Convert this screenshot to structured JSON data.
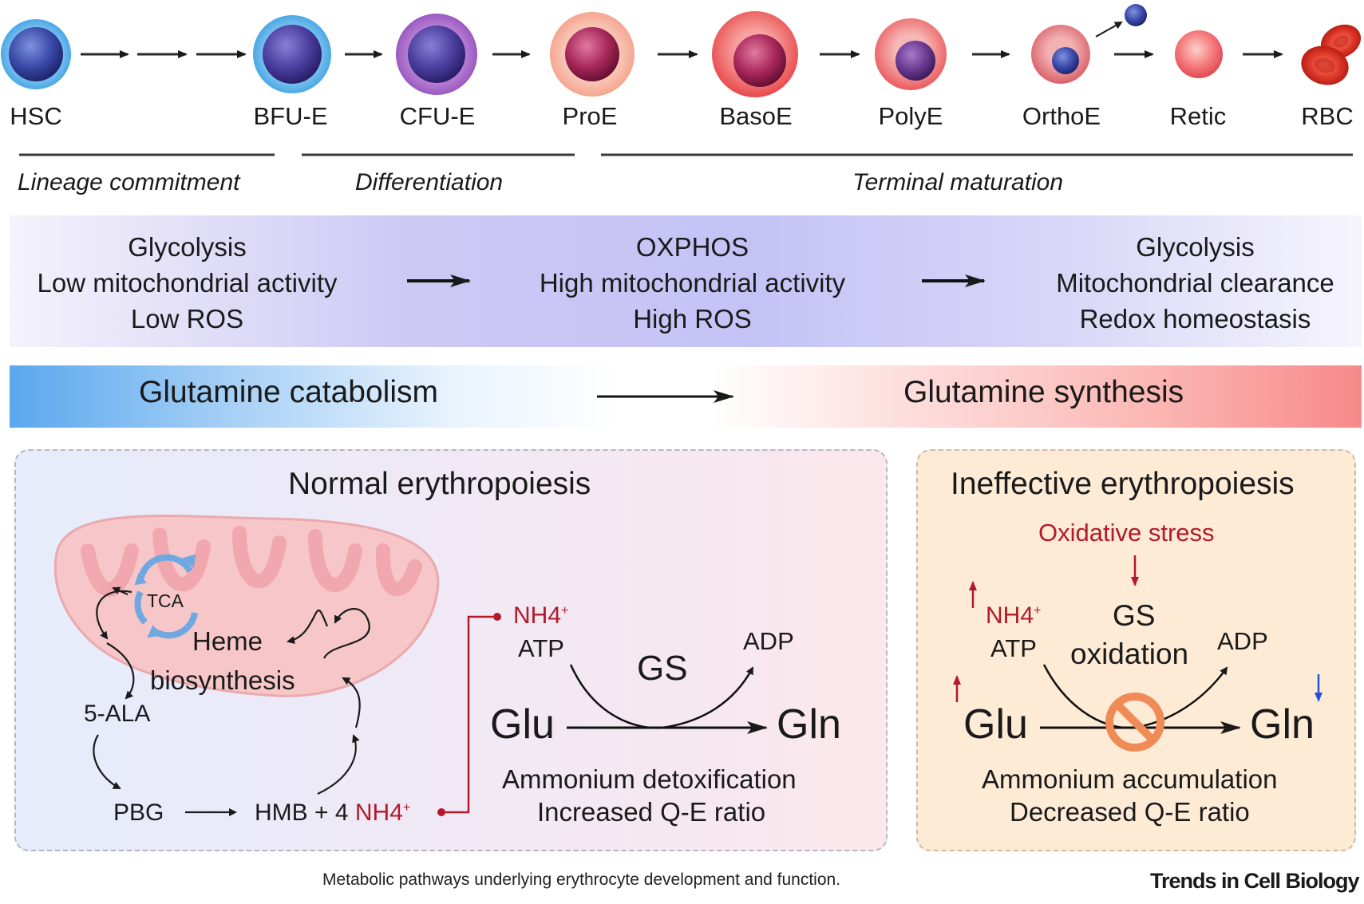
{
  "stages": [
    {
      "id": "hsc",
      "label": "HSC"
    },
    {
      "id": "bfue",
      "label": "BFU-E"
    },
    {
      "id": "cfue",
      "label": "CFU-E"
    },
    {
      "id": "proe",
      "label": "ProE"
    },
    {
      "id": "basoe",
      "label": "BasoE"
    },
    {
      "id": "polye",
      "label": "PolyE"
    },
    {
      "id": "orthoe",
      "label": "OrthoE"
    },
    {
      "id": "retic",
      "label": "Retic"
    },
    {
      "id": "rbc",
      "label": "RBC"
    }
  ],
  "phases": {
    "lineage": "Lineage commitment",
    "differentiation": "Differentiation",
    "terminal": "Terminal maturation"
  },
  "metabolism": {
    "left": [
      "Glycolysis",
      "Low mitochondrial activity",
      "Low ROS"
    ],
    "middle": [
      "OXPHOS",
      "High mitochondrial activity",
      "High ROS"
    ],
    "right": [
      "Glycolysis",
      "Mitochondrial clearance",
      "Redox homeostasis"
    ]
  },
  "glutamine": {
    "left": "Glutamine catabolism",
    "right": "Glutamine synthesis"
  },
  "normal": {
    "title": "Normal erythropoiesis",
    "tca": "TCA",
    "heme_line1": "Heme",
    "heme_line2": "biosynthesis",
    "ala": "5-ALA",
    "pbg": "PBG",
    "hmb": "HMB + 4 ",
    "nh4": "NH4",
    "nh4_sup": "+",
    "nh4_top": "NH4",
    "atp": "ATP",
    "adp": "ADP",
    "gs": "GS",
    "glu": "Glu",
    "gln": "Gln",
    "outcome1": "Ammonium detoxification",
    "outcome2": "Increased Q-E ratio"
  },
  "ineffective": {
    "title": "Ineffective erythropoiesis",
    "stress": "Oxidative stress",
    "gs1": "GS",
    "gs2": "oxidation",
    "nh4": "NH4",
    "nh4_sup": "+",
    "atp": "ATP",
    "adp": "ADP",
    "glu": "Glu",
    "gln": "Gln",
    "outcome1": "Ammonium accumulation",
    "outcome2": "Decreased Q-E ratio"
  },
  "caption": "Metabolic pathways underlying erythrocyte development and function.",
  "journal": "Trends in Cell Biology",
  "colors": {
    "red_text": "#b3192b",
    "blue_arrow": "#2453d6",
    "inhibit": "#f08a56"
  }
}
